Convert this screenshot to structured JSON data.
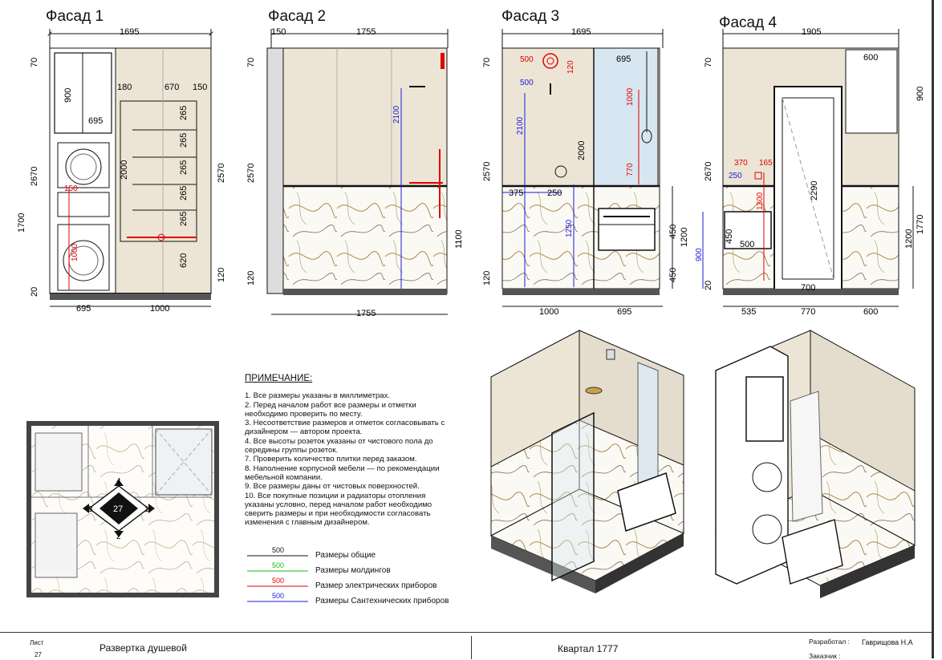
{
  "facades": {
    "f1": {
      "title": "Фасад 1",
      "dims": {
        "top": "1695",
        "h70": "70",
        "h2670": "2670",
        "h1700": "1700",
        "h20": "20",
        "w900": "900",
        "w695": "695",
        "r2570": "2570",
        "r120": "120",
        "s180": "180",
        "s670": "670",
        "s150": "150",
        "d2000": "2000",
        "sh265a": "265",
        "sh265b": "265",
        "sh265c": "265",
        "sh265d": "265",
        "sh265e": "265",
        "sh620": "620",
        "e150": "150",
        "e1000": "1000",
        "bot695": "695",
        "bot1000": "1000"
      }
    },
    "f2": {
      "title": "Фасад 2",
      "dims": {
        "t150": "150",
        "t1755": "1755",
        "h70": "70",
        "h2570": "2570",
        "h120": "120",
        "b2100": "2100",
        "r1100": "1100",
        "bot1755": "1755"
      }
    },
    "f3": {
      "title": "Фасад 3",
      "dims": {
        "top": "1695",
        "h70": "70",
        "h2570": "2570",
        "h120": "120",
        "r500a": "500",
        "r120": "120",
        "w695": "695",
        "b500": "500",
        "b2100": "2100",
        "b1000": "1000",
        "d2000": "2000",
        "b770": "770",
        "b375": "375",
        "b250": "250",
        "b1250": "1250",
        "r450a": "450",
        "r1200": "1200",
        "r450b": "450",
        "bot1000": "1000",
        "bot695": "695"
      }
    },
    "f4": {
      "title": "Фасад 4",
      "dims": {
        "top": "1905",
        "h70": "70",
        "h2670": "2670",
        "h20": "20",
        "w600": "600",
        "r900": "900",
        "r370": "370",
        "r165": "165",
        "b250": "250",
        "r1300": "1300",
        "d2290": "2290",
        "r1770": "1770",
        "h450": "450",
        "b900": "900",
        "w500": "500",
        "r1200": "1200",
        "w700": "700",
        "bot535": "535",
        "bot770": "770",
        "bot600": "600"
      }
    }
  },
  "plan": {
    "n4": "4",
    "n3": "3",
    "n27": "27",
    "n1": "1",
    "n2": "2"
  },
  "notes": {
    "heading": "ПРИМЕЧАНИЕ:",
    "items": [
      "1. Все размеры указаны в миллиметрах.",
      "2. Перед началом работ все размеры и отметки необходимо проверить по месту.",
      "3. Несоответствие размеров и отметок согласовывать с дизайнером — автором проекта.",
      "4. Все высоты розеток указаны от чистового пола до середины группы розеток.",
      "7. Проверить количество плитки перед заказом.",
      "8. Наполнение корпусной мебели — по рекомендации мебельной компании.",
      "9. Все размеры даны от чистовых поверхностей.",
      "10. Все покупные позиции и радиаторы отопления указаны условно, перед началом работ необходимо сверить размеры и при необходимости согласовать изменения с главным дизайнером."
    ]
  },
  "legend": [
    {
      "value": "500",
      "label": "Размеры общие",
      "color": "#111111"
    },
    {
      "value": "500",
      "label": "Размеры молдингов",
      "color": "#16b816"
    },
    {
      "value": "500",
      "label": "Размер электрических приборов",
      "color": "#e00000"
    },
    {
      "value": "500",
      "label": "Размеры Сантехнических приборов",
      "color": "#1a1adc"
    }
  ],
  "titleblock": {
    "sheet_label": "Лист",
    "sheet_num": "27",
    "sheet_title": "Развертка душевой",
    "project": "Квартал 1777",
    "dev_label": "Разработал :",
    "dev_name": "Гаврищова Н.А",
    "client_label": "Заказчик :"
  },
  "colors": {
    "panel": "#ece5d6",
    "wall": "#444444",
    "dim_red": "#e00000",
    "dim_blue": "#1a1adc",
    "marble_vein": "#a88c52"
  }
}
